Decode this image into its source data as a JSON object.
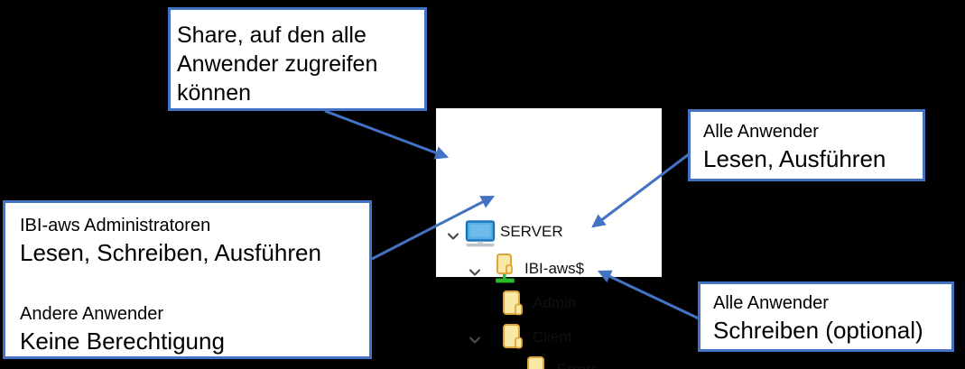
{
  "callouts": {
    "share": {
      "lines": [
        "Share, auf den alle",
        "Anwender zugreifen",
        "können"
      ]
    },
    "admins": {
      "group1_title": "IBI-aws Administratoren",
      "group1_perm": "Lesen, Schreiben, Ausführen",
      "group2_title": "Andere Anwender",
      "group2_perm": "Keine Berechtigung"
    },
    "client": {
      "title": "Alle Anwender",
      "perm": "Lesen, Ausführen"
    },
    "errors": {
      "title": "Alle Anwender",
      "perm": "Schreiben (optional)"
    }
  },
  "tree": {
    "items": [
      {
        "label": "SERVER",
        "icon": "computer-icon",
        "expanded": true,
        "level": 0
      },
      {
        "label": "IBI-aws$",
        "icon": "shared-folder-icon",
        "expanded": true,
        "level": 1
      },
      {
        "label": "Admin",
        "icon": "folder-icon",
        "expanded": false,
        "level": 2
      },
      {
        "label": "Client",
        "icon": "folder-icon",
        "expanded": true,
        "level": 2
      },
      {
        "label": "Errors",
        "icon": "folder-icon",
        "expanded": false,
        "level": 3
      }
    ]
  },
  "colors": {
    "background": "#000000",
    "accent_blue": "#4472C4",
    "arrow_blue": "#4472C4",
    "panel_white": "#FFFFFF",
    "folder_fill": "#F9E8A6",
    "folder_stroke": "#DCA53C",
    "share_green": "#2EBE2E",
    "monitor_fill": "#56AEE8",
    "monitor_stroke": "#1B75BB",
    "stand_gray": "#BDC6CE",
    "chevron_gray": "#4A4A4A",
    "text_dark": "#111111"
  }
}
